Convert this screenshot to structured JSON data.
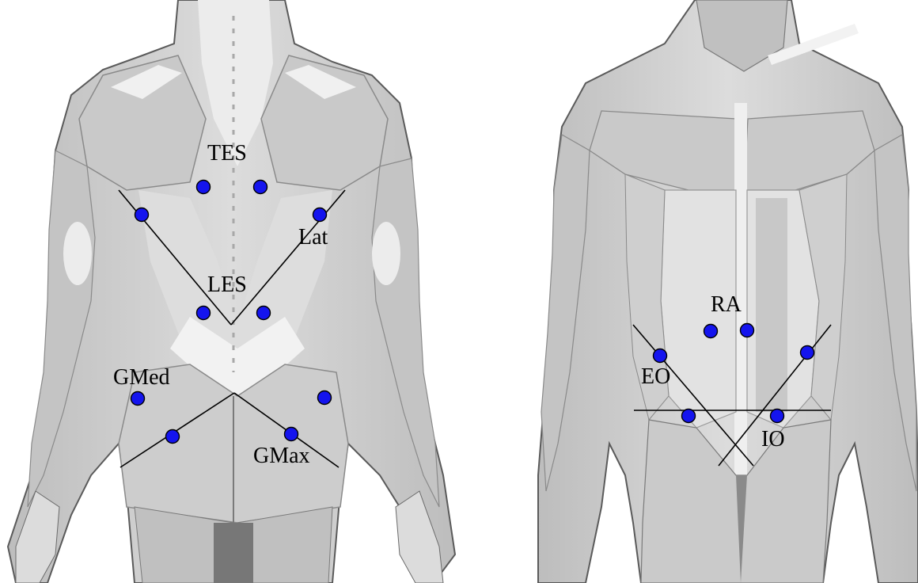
{
  "figures": [
    {
      "view": "posterior",
      "labels": {
        "tes": "TES",
        "lat": "Lat",
        "les": "LES",
        "gmed": "GMed",
        "gmax": "GMax"
      }
    },
    {
      "view": "anterior",
      "labels": {
        "ra": "RA",
        "eo": "EO",
        "io": "IO"
      }
    }
  ],
  "colors": {
    "electrode": "#1414ee",
    "line": "#000000",
    "body_fill": "#d4d4d4",
    "muscle_light": "#ececec",
    "outline": "#5a5a5a"
  }
}
